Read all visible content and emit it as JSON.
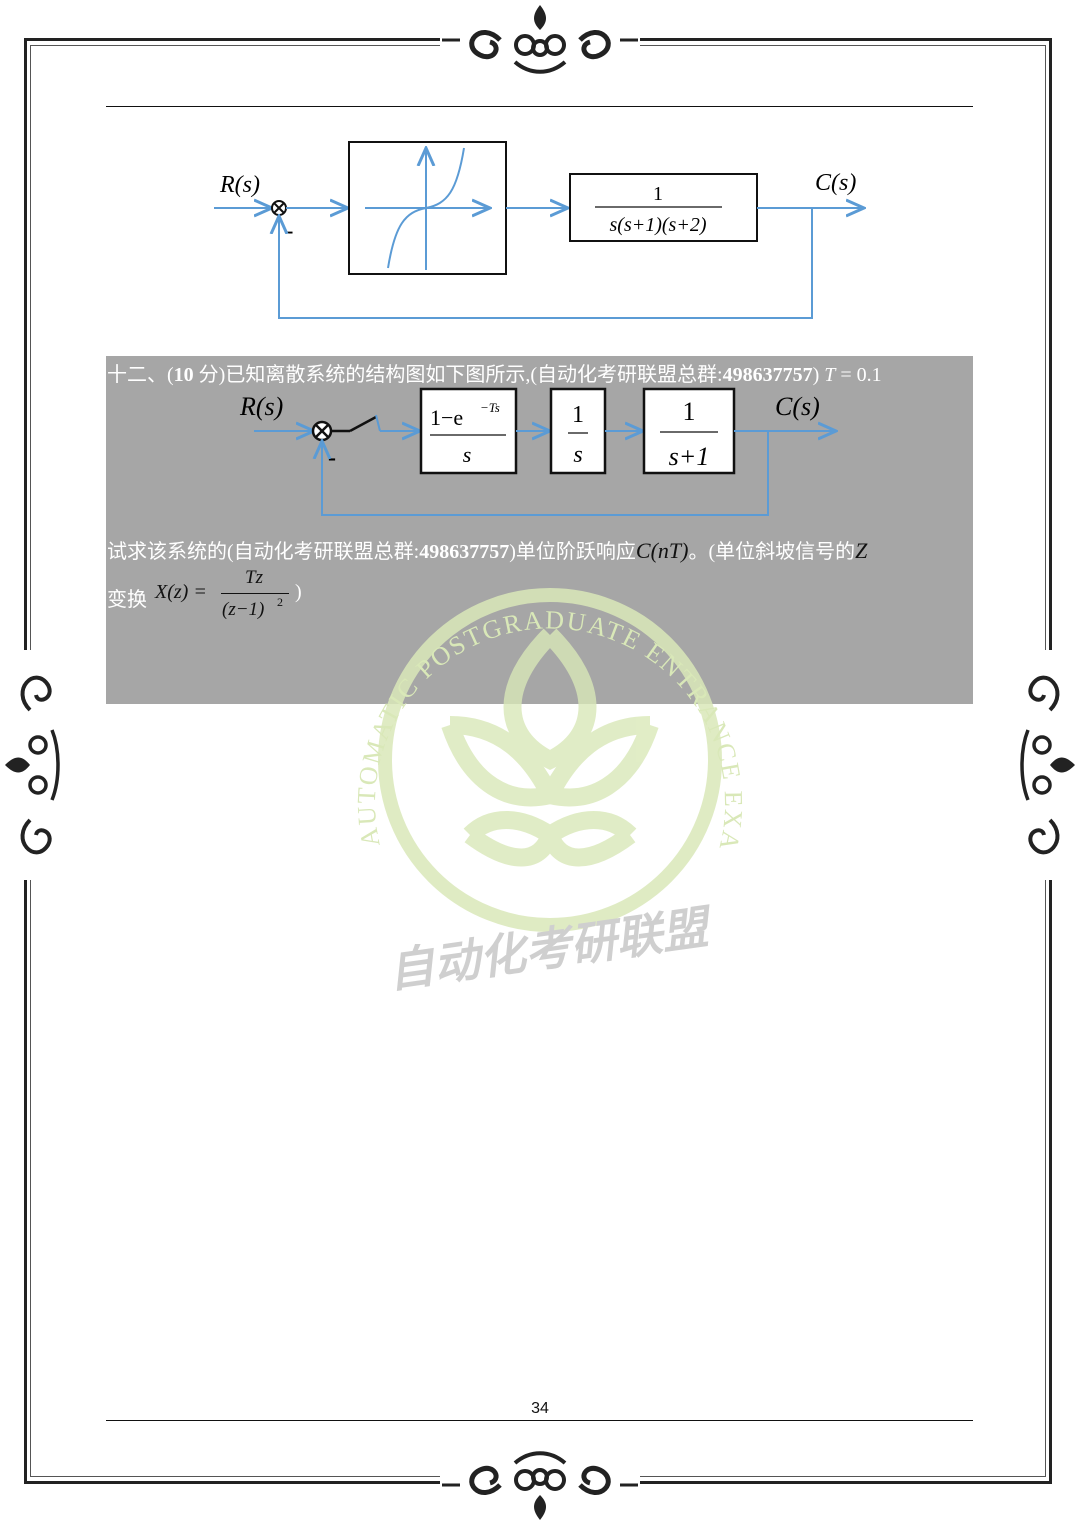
{
  "page_number": "34",
  "diagram1": {
    "input_label": "R(s)",
    "output_label": "C(s)",
    "minus_sign": "-",
    "plant_numerator": "1",
    "plant_denominator": "s(s+1)(s+2)"
  },
  "question": {
    "line1": {
      "prefix": "十二、(",
      "points": "10",
      "mid": " 分)已知离散系统的结构图如下图所示,(自动化考研联盟总群:",
      "group_id": "498637757",
      "close": ")",
      "period_symbol": "T",
      "period_value": " = 0.1"
    },
    "diagram2": {
      "input_label": "R(s)",
      "output_label": "C(s)",
      "minus_sign": "-",
      "zoh_numerator": "1−e",
      "zoh_exponent": "−Ts",
      "zoh_denominator": "s",
      "integrator_numerator": "1",
      "integrator_denominator": "s",
      "lag_numerator": "1",
      "lag_denominator": "s+1"
    },
    "line2": {
      "prefix": "试求该系统的(自动化考研联盟总群:",
      "group_id": "498637757",
      "mid": ")单位阶跃响应",
      "response": "C(nT)",
      "suffix": "。(单位斜坡信号的",
      "z_symbol": "Z"
    },
    "line3": {
      "prefix": "变换",
      "lhs": "X(z) =",
      "numerator": "Tz",
      "denominator": "(z−1)",
      "exponent": "2",
      "close": ")"
    }
  },
  "watermark": {
    "ring_text": "AUTOMATIC POSTGRADUATE ENTRANCE EXAMINATION ALLIANCE",
    "chinese_text": "自动化考研联盟"
  },
  "colors": {
    "diagram_blue": "#5b9bd5",
    "band_gray": "#a6a6a6",
    "watermark_green": "#d9e8b8"
  }
}
